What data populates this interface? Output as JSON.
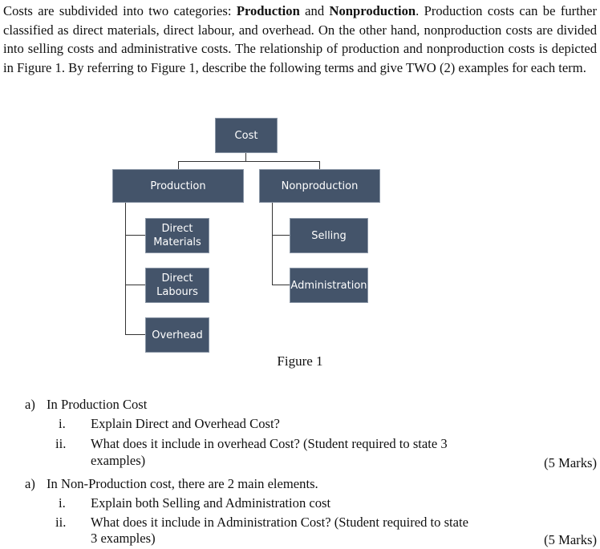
{
  "intro": {
    "t1": "Costs are subdivided into two categories: ",
    "b1": "Production",
    "t2": " and ",
    "b2": "Nonproduction",
    "t3": ". Production costs can be further classified as direct materials, direct labour, and overhead. On the other hand, nonproduction costs are divided into selling costs and administrative costs. The relationship of production and nonproduction costs is depicted in Figure 1. By referring to Figure 1, describe the following terms and give TWO (2) examples for each term."
  },
  "diagram": {
    "root": "Cost",
    "production": "Production",
    "nonproduction": "Nonproduction",
    "direct_materials": "Direct Materials",
    "direct_labours": "Direct Labours",
    "overhead": "Overhead",
    "selling": "Selling",
    "administration": "Administration"
  },
  "caption": "Figure 1",
  "questions": [
    {
      "letter": "a)",
      "text": "In Production Cost",
      "items": [
        {
          "num": "i.",
          "line1": "Explain Direct and Overhead Cost?",
          "line2": ""
        },
        {
          "num": "ii.",
          "line1": "What does it include in overhead Cost? (Student required to state 3",
          "line2": "examples)"
        }
      ],
      "marks": "(5 Marks)"
    },
    {
      "letter": "a)",
      "text": "In Non-Production cost, there are 2 main elements.",
      "items": [
        {
          "num": "i.",
          "line1": "Explain both Selling and Administration cost",
          "line2": ""
        },
        {
          "num": "ii.",
          "line1": "What does it include in Administration Cost? (Student required to state",
          "line2": "3 examples)"
        }
      ],
      "marks": "(5 Marks)"
    }
  ]
}
